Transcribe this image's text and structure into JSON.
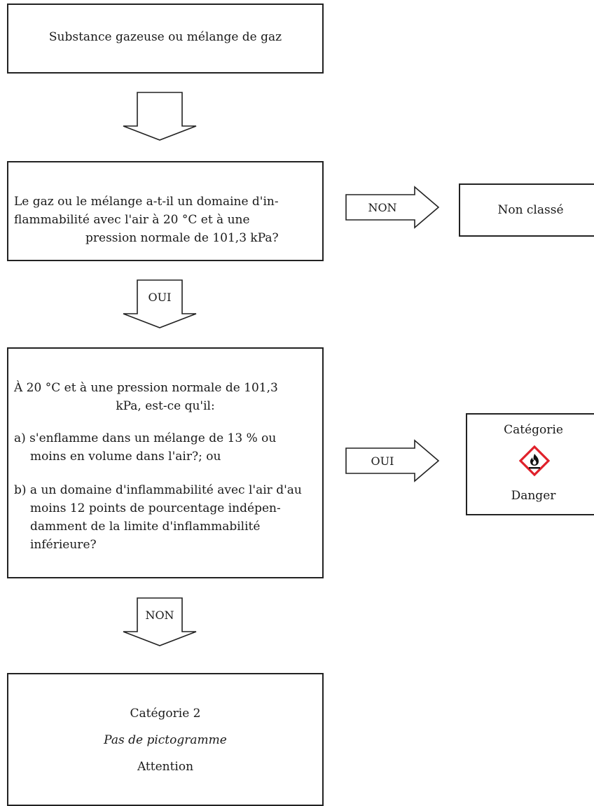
{
  "box1": {
    "text": "Substance gazeuse ou mélange de gaz"
  },
  "box2": {
    "line1": "Le gaz ou le mélange a-t-il un domaine d'in-",
    "line2": "flammabilité avec l'air à 20 °C et à une",
    "line3": "pression normale de 101,3 kPa?"
  },
  "arrow_non_right": {
    "label": "NON"
  },
  "box_nonclasse": {
    "text": "Non classé"
  },
  "arrow_oui_down": {
    "label": "OUI"
  },
  "box3": {
    "intro1": "À 20 °C et à une pression normale de 101,3",
    "intro2": "kPa, est-ce qu'il:",
    "a1": "a) s'enflamme dans un mélange de 13 % ou",
    "a2": "moins en volume dans l'air?; ou",
    "b1": "b) a un domaine d'inflammabilité avec l'air d'au",
    "b2": "moins 12 points de pourcentage indépen-",
    "b3": "damment de la limite d'inflammabilité",
    "b4": "inférieure?"
  },
  "arrow_oui_right": {
    "label": "OUI"
  },
  "box_cat1": {
    "title": "Catégorie",
    "signal": "Danger",
    "pictogram": "flame-icon",
    "pictogram_color": "#e0202a"
  },
  "arrow_non_down": {
    "label": "NON"
  },
  "box_cat2": {
    "title": "Catégorie 2",
    "pictogram_text": "Pas de pictogramme",
    "signal": "Attention"
  }
}
